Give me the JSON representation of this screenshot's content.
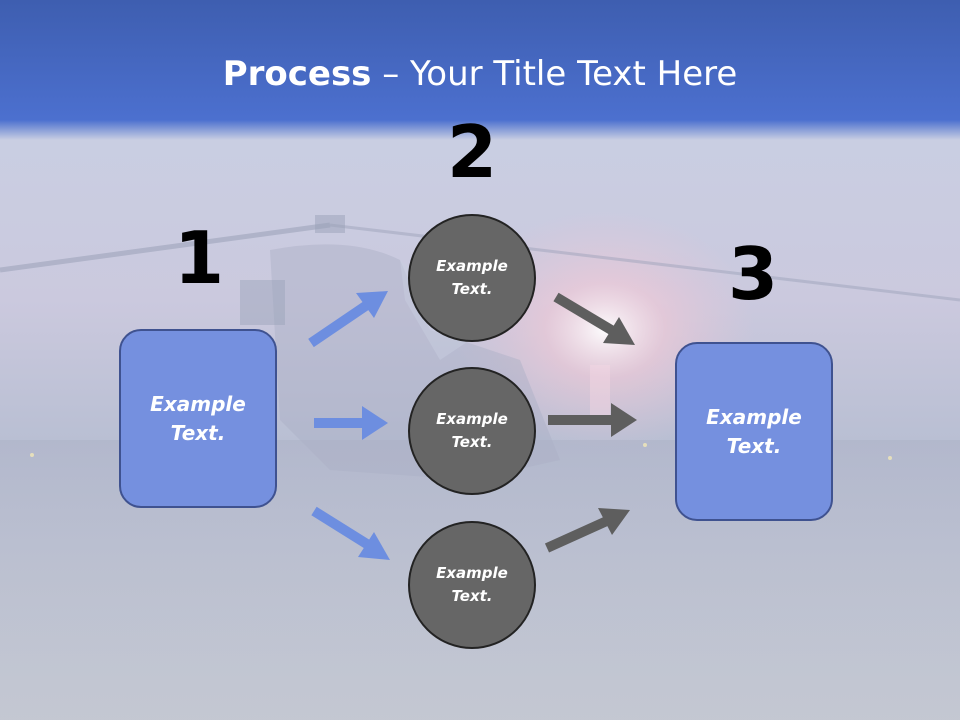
{
  "title": {
    "bold": "Process",
    "rest": " – Your Title Text Here"
  },
  "steps": {
    "one": "1",
    "two": "2",
    "three": "3"
  },
  "left_box": {
    "line1": "Example",
    "line2": "Text."
  },
  "right_box": {
    "line1": "Example",
    "line2": "Text."
  },
  "circles": [
    {
      "line1": "Example",
      "line2": "Text."
    },
    {
      "line1": "Example",
      "line2": "Text."
    },
    {
      "line1": "Example",
      "line2": "Text."
    }
  ],
  "colors": {
    "box_fill": "#7590df",
    "circle_fill": "#666666",
    "blue_arrow": "#6d8ee0",
    "gray_arrow": "#5e5e5e"
  }
}
